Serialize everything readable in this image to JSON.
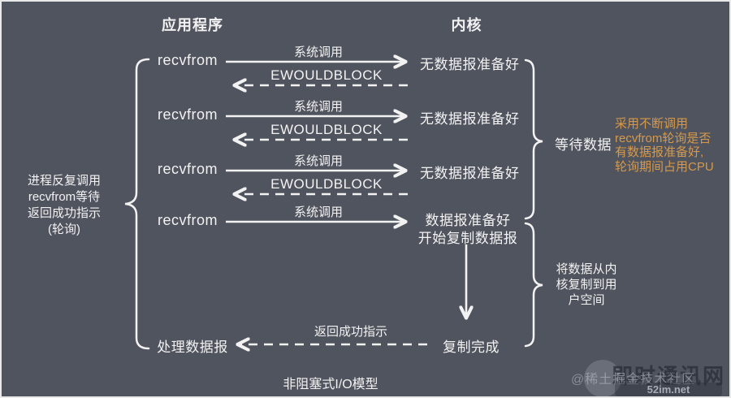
{
  "colors": {
    "background": "#50545E",
    "text": "#f2f2f2",
    "accent_orange": "#d6994b"
  },
  "headers": {
    "app": "应用程序",
    "kernel": "内核"
  },
  "left_note": {
    "line1": "进程反复调用",
    "line2": "recvfrom等待",
    "line3": "返回成功指示",
    "line4": "(轮询)"
  },
  "rows": [
    {
      "app": "recvfrom",
      "call": "系统调用",
      "kernel": "无数据报准备好",
      "err": "EWOULDBLOCK"
    },
    {
      "app": "recvfrom",
      "call": "系统调用",
      "kernel": "无数据报准备好",
      "err": "EWOULDBLOCK"
    },
    {
      "app": "recvfrom",
      "call": "系统调用",
      "kernel": "无数据报准备好",
      "err": "EWOULDBLOCK"
    },
    {
      "app": "recvfrom",
      "call": "系统调用",
      "kernel_ready": "数据报准备好",
      "kernel_copy": "开始复制数据报"
    }
  ],
  "wait_label": "等待数据",
  "copy_note": {
    "line1": "将数据从内",
    "line2": "核复制到用",
    "line3": "户空间"
  },
  "poll_note": {
    "line1": "采用不断调用",
    "line2": "recvfrom轮询是否",
    "line3": "有数据报准备好,",
    "line4": "轮询期间占用CPU"
  },
  "bottom": {
    "return_label": "返回成功指示",
    "copy_done": "复制完成",
    "process": "处理数据报",
    "caption": "非阻塞式I/O模型"
  },
  "watermark": {
    "community": "@稀土掘金技术社区",
    "site": "即时通讯网",
    "url": "52im.net"
  }
}
